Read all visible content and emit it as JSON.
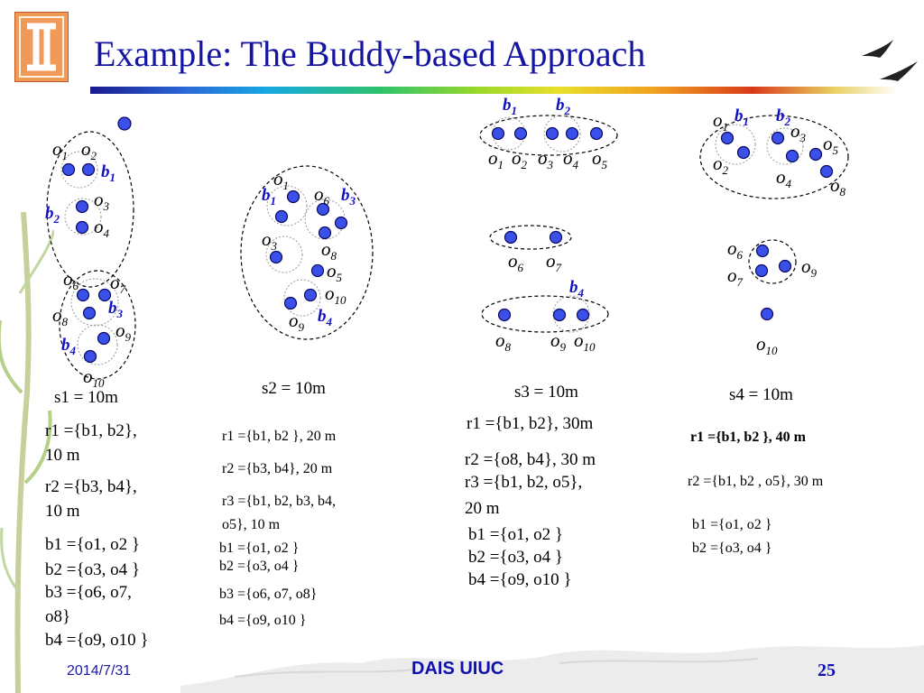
{
  "slide": {
    "title": "Example: The Buddy-based Approach",
    "footer": {
      "date": "2014/7/31",
      "center": "DAIS UIUC",
      "page": "25"
    }
  },
  "labels": {
    "s1": "s1 = 10m",
    "s2": "s2 = 10m",
    "s3": "s3 = 10m",
    "s4": "s4 = 10m"
  },
  "col1": {
    "r1a": "r1 ={b1, b2},",
    "r1b": "10 m",
    "r2a": "r2 ={b3, b4},",
    "r2b": "10 m",
    "b1": "b1 ={o1, o2 }",
    "b2": "b2 ={o3, o4 }",
    "b3a": "b3 ={o6, o7,",
    "b3b": "o8}",
    "b4": "b4 ={o9, o10 }"
  },
  "col2": {
    "r1": "r1 ={b1, b2 }, 20 m",
    "r2": "r2 ={b3, b4}, 20 m",
    "r3a": "r3 ={b1, b2, b3, b4,",
    "r3b": "o5}, 10 m",
    "b1": "b1 ={o1, o2 }",
    "b2": "b2 ={o3, o4 }",
    "b3": "b3 ={o6, o7, o8}",
    "b4": "b4 ={o9, o10 }"
  },
  "col3": {
    "r1": "r1 ={b1, b2}, 30m",
    "r2": "r2 ={o8, b4}, 30 m",
    "r3a": "r3 ={b1, b2, o5},",
    "r3b": "20 m",
    "b1": "b1 ={o1, o2 }",
    "b2": "b2 ={o3, o4 }",
    "b4": "b4 ={o9, o10 }"
  },
  "col4": {
    "r1": "r1 ={b1, b2 }, 40 m",
    "r2": "r2 ={b1, b2 , o5}, 30 m",
    "b1": "b1 ={o1, o2 }",
    "b2": "b2 ={o3, o4 }"
  },
  "colors": {
    "title": "#1515a0",
    "dot": "#3a50e8",
    "footer": "#1a1aa0",
    "buddy": "#1010c0"
  }
}
